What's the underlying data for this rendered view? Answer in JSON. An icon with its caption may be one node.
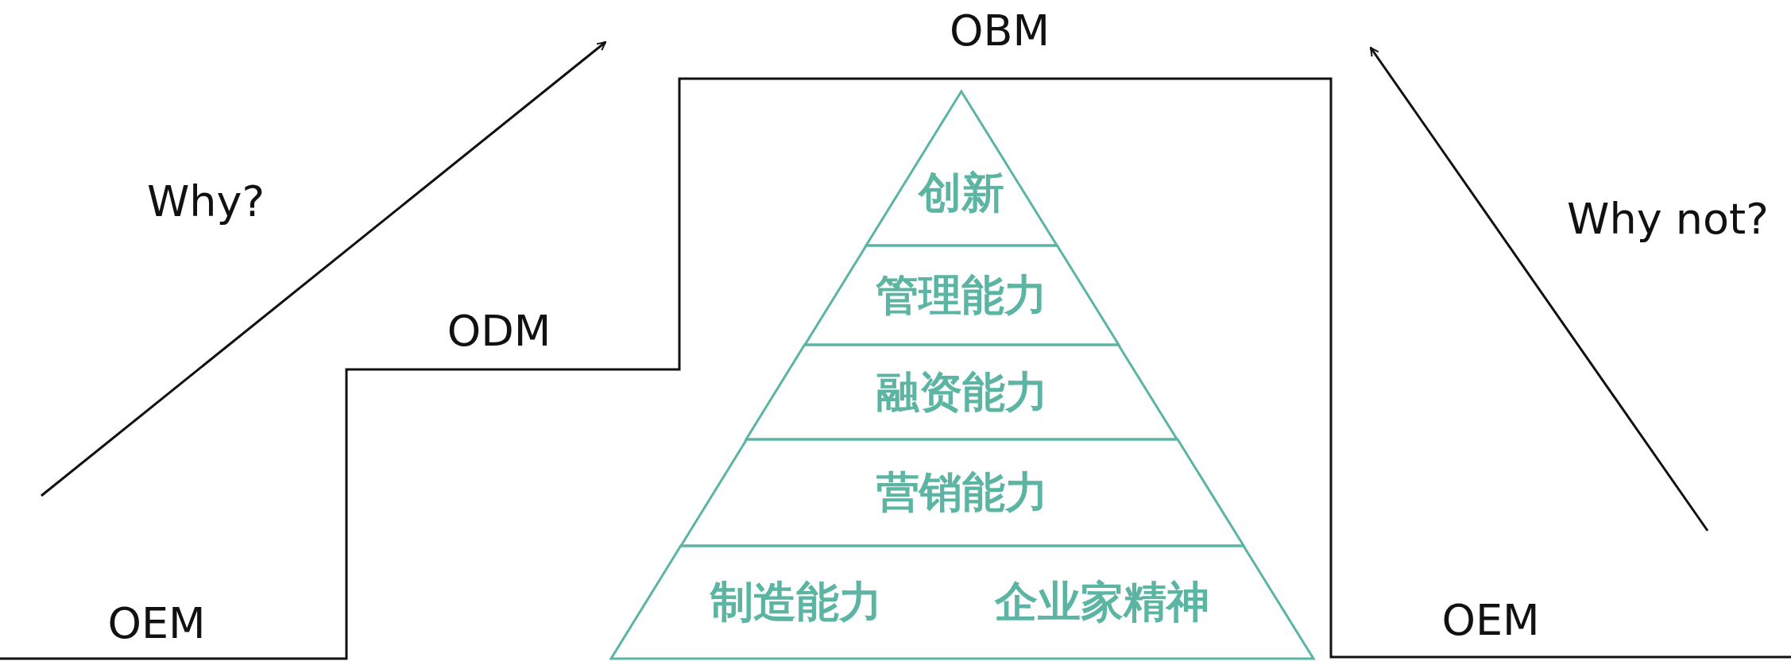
{
  "diagram": {
    "nodes": [
      {
        "text": [
          "创新"
        ]
      },
      {
        "text": [
          "管理能力"
        ]
      },
      {
        "text": [
          "融资能力"
        ]
      },
      {
        "text": [
          "营销能力"
        ]
      },
      {
        "text": [
          "制造能力",
          "企业家精神"
        ]
      }
    ],
    "labels": [
      "OBM",
      "Why?",
      "Why not?",
      "ODM",
      "OEM",
      "OEM"
    ]
  }
}
